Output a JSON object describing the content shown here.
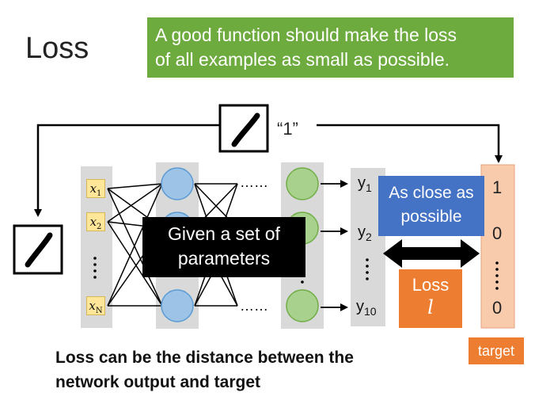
{
  "slide": {
    "title": "Loss",
    "note_line1": "A good function should make the loss",
    "note_line2": "of all examples as small as possible.",
    "label_quote": "“1”",
    "bottom_line1": "Loss can be the distance between the",
    "bottom_line2": "network output and target"
  },
  "inputs": {
    "x1_var": "x",
    "x1_sub": "1",
    "x2_var": "x",
    "x2_sub": "2",
    "xn_var": "x",
    "xn_sub": "N"
  },
  "outputs": {
    "y1_var": "y",
    "y1_sub": "1",
    "y2_var": "y",
    "y2_sub": "2",
    "y10_var": "y",
    "y10_sub": "10"
  },
  "dots": "……",
  "callouts": {
    "close_line1": "As close as",
    "close_line2": "possible",
    "params_line1": "Given a set of",
    "params_line2": "parameters",
    "loss_word": "Loss",
    "loss_symbol": "l",
    "target_label": "target"
  },
  "target": {
    "v1": "1",
    "v2": "0",
    "v3": "0"
  },
  "colors": {
    "green": "#6eab3f",
    "blue": "#4472c4",
    "orange": "#ed7d31",
    "salmon": "#f8cbad",
    "neuron_blue": "#9dc3e6",
    "neuron_green": "#a9d18e"
  }
}
